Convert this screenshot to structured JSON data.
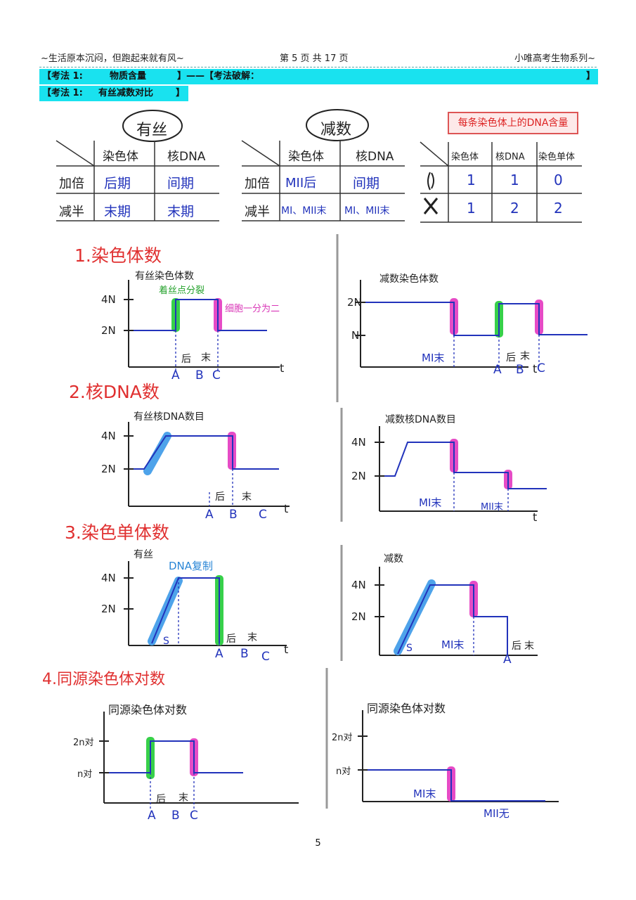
{
  "header": {
    "left": "~生活原本沉闷，但跑起来就有风~",
    "middle": "第 5 页 共 17 页",
    "right": "小唯高考生物系列~"
  },
  "bars": {
    "b1_a": "【考法 1:",
    "b1_b": "物质含量",
    "b1_c": "】——【考法破解：",
    "b1_d": "】",
    "b2_a": "【考法 1:",
    "b2_b": "有丝减数对比",
    "b2_c": "】"
  },
  "tables": {
    "mitosis_title": "有丝",
    "meiosis_title": "减数",
    "per_chrom_title": "每条染色体上的DNA含量",
    "col_chrom": "染色体",
    "col_dna": "核DNA",
    "col_chromatid": "染色单体",
    "row_double": "加倍",
    "row_half": "减半",
    "mit_double_chrom": "后期",
    "mit_double_dna": "间期",
    "mit_half_chrom": "末期",
    "mit_half_dna": "末期",
    "mei_double_chrom": "MII后",
    "mei_double_dna": "间期",
    "mei_half_chrom": "MI、MII末",
    "mei_half_dna": "MI、MII末",
    "r1": [
      "1",
      "1",
      "0"
    ],
    "r2": [
      "1",
      "2",
      "2"
    ]
  },
  "sections": {
    "s1": "1.染色体数",
    "s2": "2.核DNA数",
    "s3": "3.染色单体数",
    "s4": "4.同源染色体对数"
  },
  "graphs": {
    "g1_title": "有丝染色体数",
    "g1_note1": "着丝点分裂",
    "g1_note2": "细胞一分为二",
    "g2_title": "减数染色体数",
    "g3_title": "有丝核DNA数目",
    "g4_title": "减数核DNA数目",
    "g5_title": "有丝",
    "g5_note": "DNA复制",
    "g6_title": "减数",
    "g7_title": "同源染色体对数",
    "g8_title": "同源染色体对数",
    "y_4N": "4N",
    "y_2N": "2N",
    "y_N": "N",
    "y_2n": "2n对",
    "y_n": "n对",
    "x_t": "t",
    "lbl_A": "A",
    "lbl_B": "B",
    "lbl_C": "C",
    "lbl_hou": "后",
    "lbl_mo": "末",
    "lbl_S": "S",
    "lbl_MI_mo": "MI末",
    "lbl_MII_mo": "MII末",
    "lbl_MII_none": "MII无"
  },
  "page_number": "5",
  "colors": {
    "cyan_bar": "#19e2ef",
    "line": "#2233bb",
    "green": "#37d04a",
    "pink": "#e64bc6",
    "blue_hl": "#4ea3ea",
    "red_text": "#e03030"
  }
}
